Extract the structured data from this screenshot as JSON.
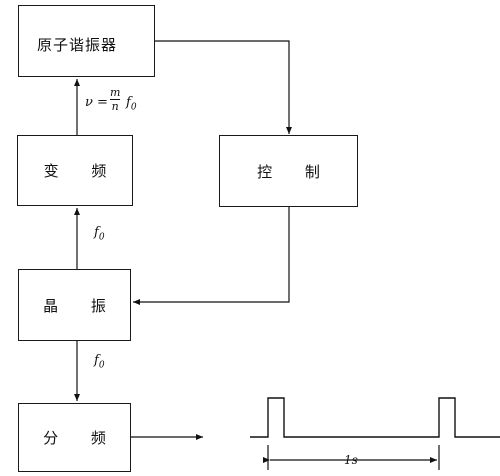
{
  "blocks": {
    "atomic": "原子谐振器",
    "multiplier": "变 频",
    "control": "控 制",
    "crystal": "晶 振",
    "divider": "分 频"
  },
  "labels": {
    "formula": {
      "lhs": "ν",
      "equals": "=",
      "numerator": "m",
      "denominator": "n",
      "factor": "f",
      "factor_sub": "0"
    },
    "f0_upper": {
      "symbol": "f",
      "sub": "0"
    },
    "f0_lower": {
      "symbol": "f",
      "sub": "0"
    },
    "period": "1s"
  }
}
